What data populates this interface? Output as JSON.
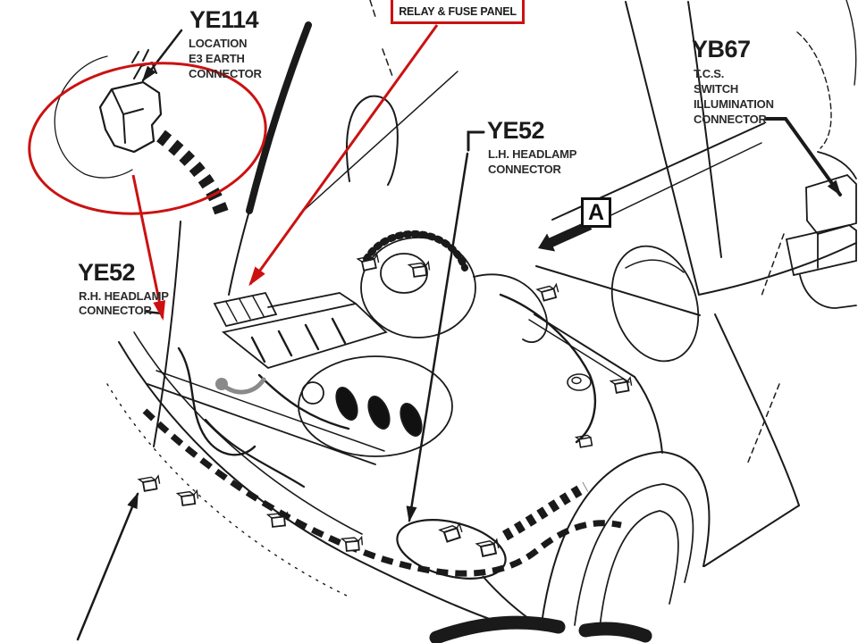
{
  "diagram": {
    "colors": {
      "background": "#ffffff",
      "line": "#1a1a1a",
      "annotation_red": "#cc1111",
      "text": "#1c1c1c"
    },
    "labels": {
      "ye114": {
        "code": "YE114",
        "line1": "LOCATION",
        "line2": "E3 EARTH",
        "line3": "CONNECTOR"
      },
      "relay_fuse_panel": {
        "text": "RELAY & FUSE PANEL"
      },
      "yb67": {
        "code": "YB67",
        "line1": "T.C.S.",
        "line2": "SWITCH",
        "line3": "ILLUMINATION",
        "line4": "CONNECTOR"
      },
      "ye52_lh": {
        "code": "YE52",
        "line1": "L.H. HEADLAMP",
        "line2": "CONNECTOR"
      },
      "ye52_rh": {
        "code": "YE52",
        "line1": "R.H. HEADLAMP",
        "line2": "CONNECTOR"
      },
      "view_marker": {
        "letter": "A"
      }
    }
  }
}
